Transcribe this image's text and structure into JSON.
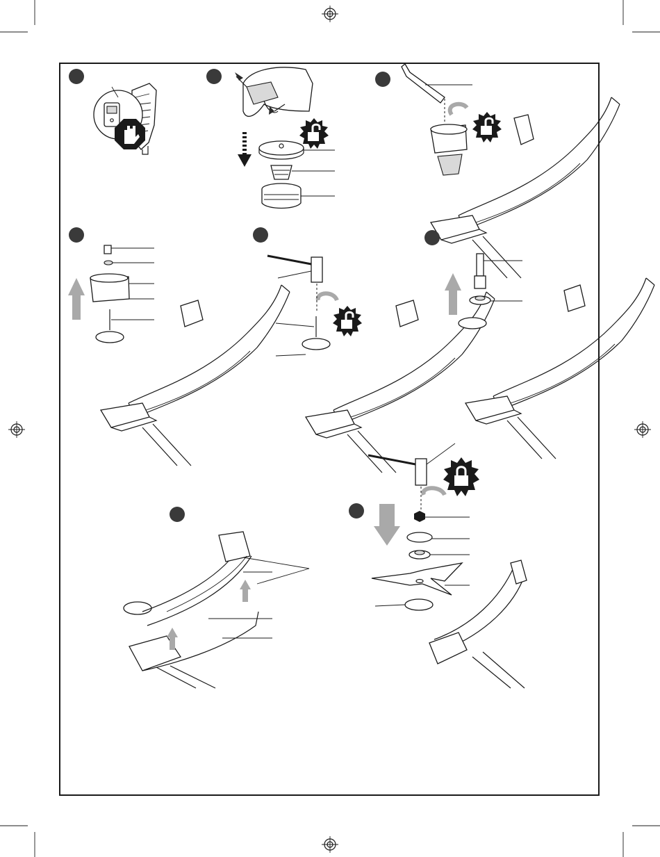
{
  "page": {
    "background": "#ffffff",
    "frame_color": "#1a1a1a",
    "badge_color": "#3a3a3a",
    "lock_badge_color": "#1a1a1a",
    "arrow_color": "#a9a9a9"
  },
  "panels": [
    {
      "id": "A",
      "icons": [
        "power-switch-icon",
        "stop-hand-icon"
      ]
    },
    {
      "id": "B",
      "icons": [
        "unlock-icon"
      ],
      "parts": 3
    },
    {
      "id": "C",
      "icons": [
        "wrench-icon",
        "unlock-icon"
      ]
    },
    {
      "id": "D",
      "icons": [
        "lift-arrow-icon"
      ],
      "parts": 5
    },
    {
      "id": "E",
      "icons": [
        "socket-tool-icon",
        "unlock-icon"
      ],
      "parts": 3
    },
    {
      "id": "F",
      "icons": [
        "lift-arrow-icon"
      ],
      "parts": 2
    },
    {
      "id": "G",
      "icons": [
        "lift-arrow-icon"
      ],
      "parts": 3
    },
    {
      "id": "H",
      "icons": [
        "socket-tool-icon",
        "lock-icon",
        "down-arrow-icon"
      ],
      "parts": 6
    }
  ]
}
